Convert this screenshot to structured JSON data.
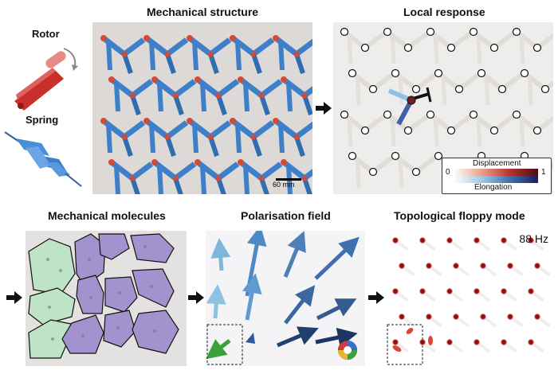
{
  "titles": {
    "mechanical_structure": "Mechanical structure",
    "local_response": "Local response",
    "mechanical_molecules": "Mechanical molecules",
    "polarisation_field": "Polarisation field",
    "topological_floppy_mode": "Topological floppy mode"
  },
  "components": {
    "rotor_label": "Rotor",
    "spring_label": "Spring"
  },
  "scale_bar": "60 mm",
  "legend": {
    "displacement_label": "Displacement",
    "elongation_label": "Elongation",
    "min": "0",
    "max": "1"
  },
  "frequency": "88 Hz",
  "colors": {
    "spring_blue": "#3d7fc9",
    "rotor_red": "#d14b3a",
    "molecule_green": "#bfe3c6",
    "molecule_purple": "#9d8fc9",
    "arrow_dark": "#1f3d6b",
    "arrow_light": "#7fb6dc",
    "green_arrow": "#3aa23a"
  }
}
